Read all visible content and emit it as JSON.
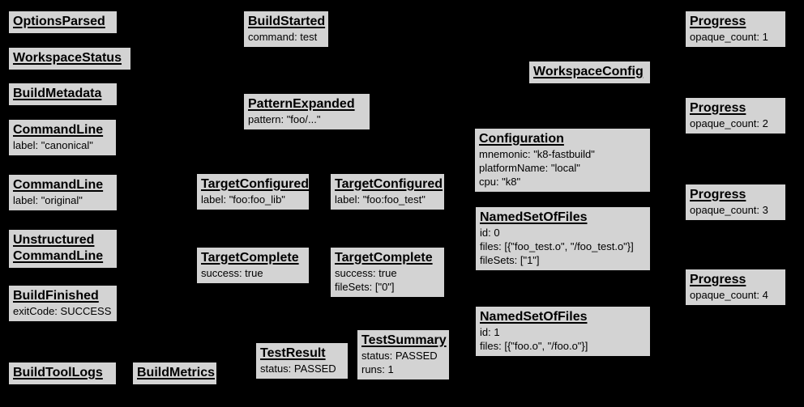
{
  "colors": {
    "background": "#000000",
    "node_fill": "#d3d3d3",
    "node_border": "#000000",
    "text": "#000000"
  },
  "diagram_type": "build-event-protocol-graph",
  "nodes": [
    {
      "title": "OptionsParsed",
      "lines": []
    },
    {
      "title": "WorkspaceStatus",
      "lines": []
    },
    {
      "title": "BuildMetadata",
      "lines": []
    },
    {
      "title": "CommandLine",
      "lines": [
        "label: \"canonical\""
      ]
    },
    {
      "title": "CommandLine",
      "lines": [
        "label: \"original\""
      ]
    },
    {
      "title": "Unstructured\nCommandLine",
      "lines": []
    },
    {
      "title": "BuildFinished",
      "lines": [
        "exitCode: SUCCESS"
      ]
    },
    {
      "title": "BuildToolLogs",
      "lines": []
    },
    {
      "title": "BuildMetrics",
      "lines": []
    },
    {
      "title": "BuildStarted",
      "lines": [
        "command: test"
      ]
    },
    {
      "title": "PatternExpanded",
      "lines": [
        "pattern: \"foo/...\""
      ]
    },
    {
      "title": "TargetConfigured",
      "lines": [
        "label: \"foo:foo_lib\""
      ]
    },
    {
      "title": "TargetConfigured",
      "lines": [
        "label: \"foo:foo_test\""
      ]
    },
    {
      "title": "TargetComplete",
      "lines": [
        "success: true"
      ]
    },
    {
      "title": "TargetComplete",
      "lines": [
        "success: true",
        "fileSets: [\"0\"]"
      ]
    },
    {
      "title": "TestResult",
      "lines": [
        "status: PASSED"
      ]
    },
    {
      "title": "TestSummary",
      "lines": [
        "status: PASSED",
        "runs: 1"
      ]
    },
    {
      "title": "WorkspaceConfig",
      "lines": []
    },
    {
      "title": "Configuration",
      "lines": [
        "mnemonic: \"k8-fastbuild\"",
        "platformName: \"local\"",
        "cpu: \"k8\""
      ]
    },
    {
      "title": "NamedSetOfFiles",
      "lines": [
        "id: 0",
        "files: [{\"foo_test.o\", \"/foo_test.o\"}]",
        "fileSets: [\"1\"]"
      ]
    },
    {
      "title": "NamedSetOfFiles",
      "lines": [
        "id: 1",
        "files: [{\"foo.o\", \"/foo.o\"}]"
      ]
    },
    {
      "title": "Progress",
      "lines": [
        "opaque_count: 1"
      ]
    },
    {
      "title": "Progress",
      "lines": [
        "opaque_count: 2"
      ]
    },
    {
      "title": "Progress",
      "lines": [
        "opaque_count: 3"
      ]
    },
    {
      "title": "Progress",
      "lines": [
        "opaque_count: 4"
      ]
    }
  ]
}
